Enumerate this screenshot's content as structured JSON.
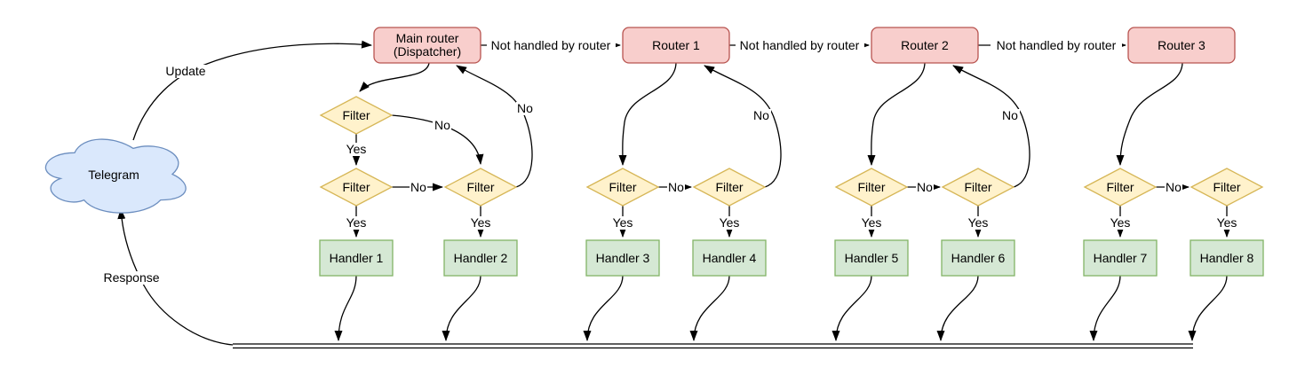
{
  "colors": {
    "canvas_bg": "#ffffff",
    "edge": "#000000",
    "text": "#000000",
    "router_fill": "#f8cecc",
    "router_stroke": "#b85450",
    "filter_fill": "#fff2cc",
    "filter_stroke": "#d6b656",
    "handler_fill": "#d5e8d4",
    "handler_stroke": "#82b366",
    "cloud_fill": "#dae8fc",
    "cloud_stroke": "#6c8ebf"
  },
  "nodes": {
    "telegram": "Telegram",
    "main_router": {
      "line1": "Main router",
      "line2": "(Dispatcher)"
    },
    "routers": [
      "Router 1",
      "Router 2",
      "Router 3"
    ],
    "filter_label": "Filter",
    "handlers": [
      "Handler 1",
      "Handler 2",
      "Handler 3",
      "Handler 4",
      "Handler 5",
      "Handler 6",
      "Handler 7",
      "Handler 8"
    ]
  },
  "edge_labels": {
    "update": "Update",
    "response": "Response",
    "not_handled": "Not handled by router",
    "yes": "Yes",
    "no": "No"
  }
}
